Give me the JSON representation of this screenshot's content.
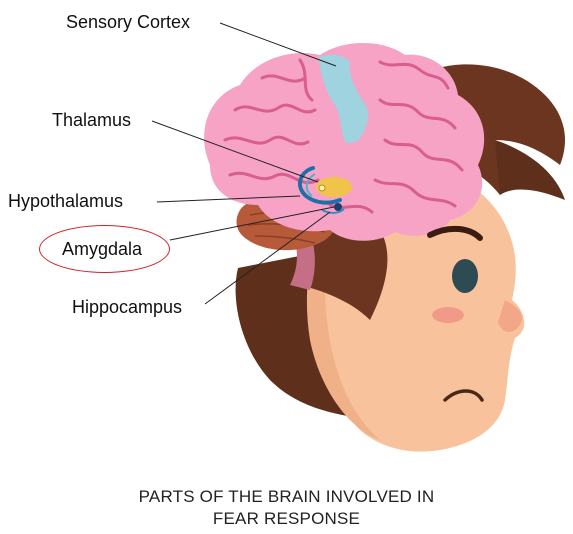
{
  "labels": {
    "sensory_cortex": "Sensory Cortex",
    "thalamus": "Thalamus",
    "hypothalamus": "Hypothalamus",
    "amygdala": "Amygdala",
    "hippocampus": "Hippocampus"
  },
  "caption": {
    "line1": "PARTS OF THE BRAIN INVOLVED IN",
    "line2": "FEAR RESPONSE"
  },
  "highlighted_label": "amygdala",
  "colors": {
    "brain": "#f6a3c6",
    "brain_fold": "#d95d91",
    "sensory_cortex": "#9fd3df",
    "thalamus": "#f2c34a",
    "hypothalamus": "#1f6fa8",
    "cerebellum": "#b65a3a",
    "skin": "#f8c39c",
    "hair": "#6b351f",
    "highlight_ring": "#d0202a"
  }
}
